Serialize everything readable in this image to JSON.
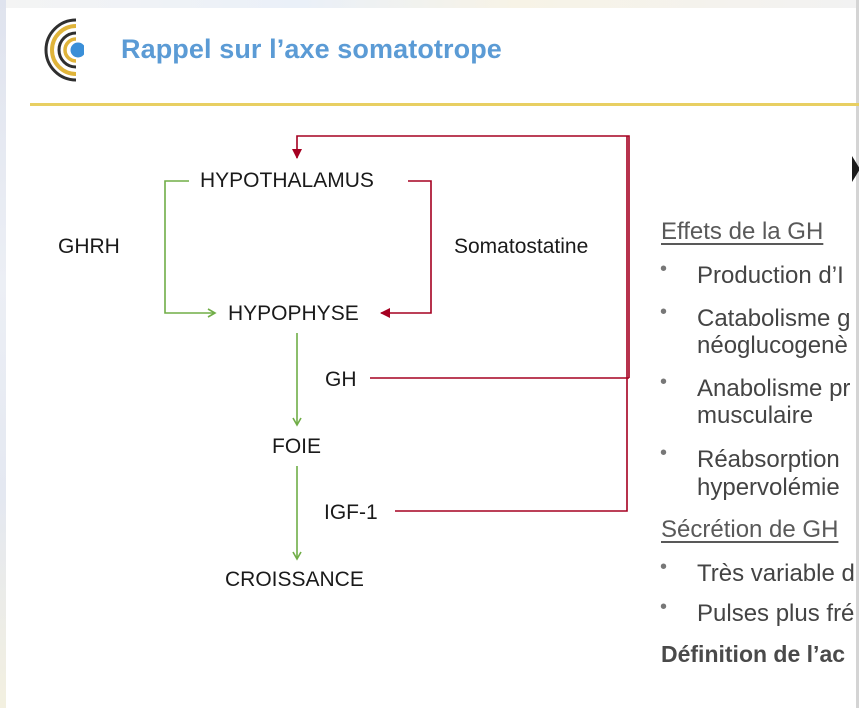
{
  "slide": {
    "title": "Rappel sur l’axe somatotrope"
  },
  "diagram": {
    "hypothalamus": "HYPOTHALAMUS",
    "hypophyse": "HYPOPHYSE",
    "foie": "FOIE",
    "croissance": "CROISSANCE",
    "ghrh": "GHRH",
    "somatostatine": "Somatostatine",
    "gh": "GH",
    "igf1": "IGF-1"
  },
  "effets": {
    "heading": "Effets de la GH",
    "items": [
      {
        "line1": "Production d’I"
      },
      {
        "line1": "Catabolisme g",
        "line2": "néoglucogenè"
      },
      {
        "line1": "Anabolisme pr",
        "line2": "musculaire"
      },
      {
        "line1": "Réabsorption",
        "line2": "hypervolémie"
      }
    ]
  },
  "secretion": {
    "heading": "Sécrétion de GH",
    "items": [
      {
        "line1": "Très variable d"
      },
      {
        "line1": "Pulses plus fré"
      }
    ]
  },
  "definition": "Définition de l’ac",
  "colors": {
    "title": "#5b9bd5",
    "rule": "#e8cf62",
    "stimulation": "#70ad47",
    "inhibition": "#a50021"
  }
}
